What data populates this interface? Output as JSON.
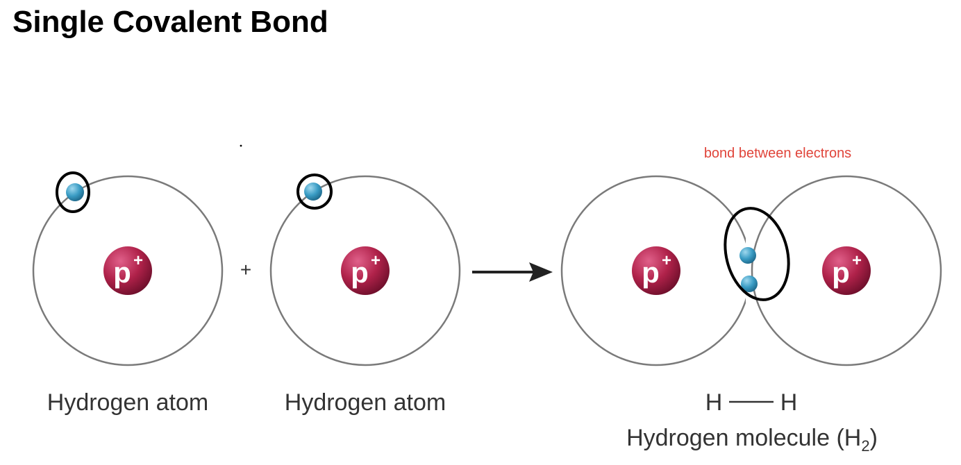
{
  "title": "Single Covalent Bond",
  "colors": {
    "orbit": "#7a7a7a",
    "proton": "#b0224a",
    "electron": "#3a9cc4",
    "highlight": "#000000",
    "annotation": "#e0443a",
    "text": "#333333"
  },
  "left_atom": {
    "caption": "Hydrogen atom",
    "proton_label": "p",
    "proton_charge": "+"
  },
  "right_atom": {
    "caption": "Hydrogen atom",
    "proton_label": "p",
    "proton_charge": "+"
  },
  "plus_sign": "+",
  "molecule": {
    "annotation": "bond between electrons",
    "formula_left": "H",
    "formula_right": "H",
    "caption_prefix": "Hydrogen molecule (H",
    "caption_subscript": "2",
    "caption_suffix": ")",
    "proton_label": "p",
    "proton_charge": "+"
  }
}
